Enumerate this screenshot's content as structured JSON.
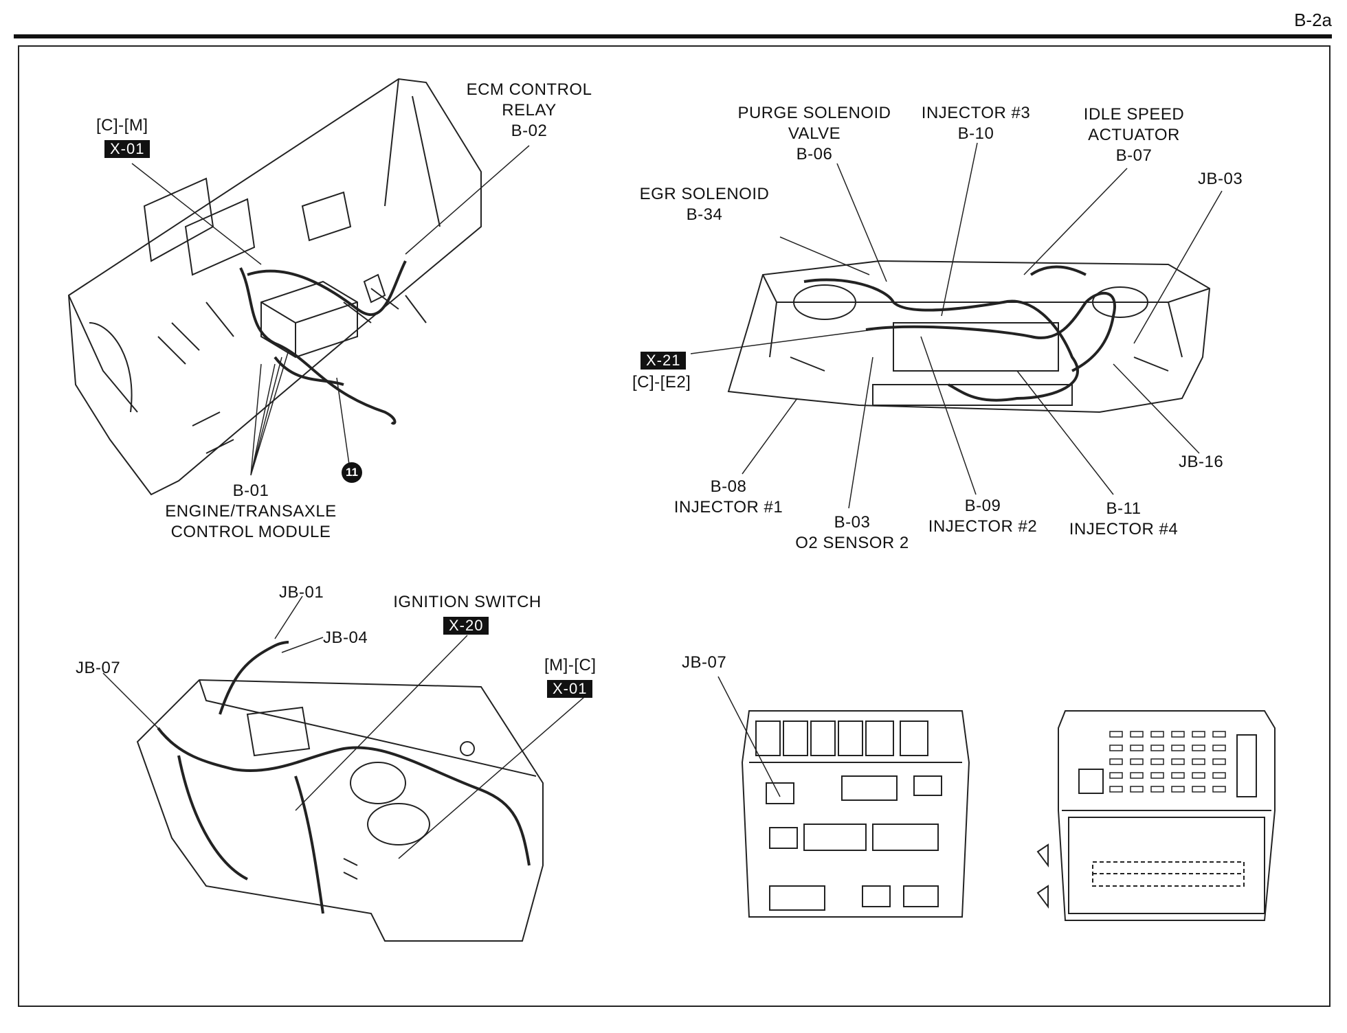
{
  "page": {
    "number": "B-2a"
  },
  "ecm_view": {
    "conn_bracket": "[C]-[M]",
    "conn_code": "X-01",
    "relay": {
      "line1": "ECM CONTROL",
      "line2": "RELAY",
      "code": "B-02"
    },
    "module": {
      "code": "B-01",
      "line1": "ENGINE/TRANSAXLE",
      "line2": "CONTROL MODULE"
    },
    "ground_number": "11"
  },
  "engine_view": {
    "purge": {
      "line1": "PURGE SOLENOID",
      "line2": "VALVE",
      "code": "B-06"
    },
    "injector3": {
      "line1": "INJECTOR #3",
      "code": "B-10"
    },
    "idle": {
      "line1": "IDLE SPEED",
      "line2": "ACTUATOR",
      "code": "B-07"
    },
    "egr": {
      "line1": "EGR SOLENOID",
      "code": "B-34"
    },
    "jb03": "JB-03",
    "conn_code": "X-21",
    "conn_bracket": "[C]-[E2]",
    "jb16": "JB-16",
    "injector1": {
      "code": "B-08",
      "line1": "INJECTOR #1"
    },
    "o2": {
      "code": "B-03",
      "line1": "O2 SENSOR 2"
    },
    "injector2": {
      "code": "B-09",
      "line1": "INJECTOR #2"
    },
    "injector4": {
      "code": "B-11",
      "line1": "INJECTOR #4"
    }
  },
  "dash_view": {
    "jb01": "JB-01",
    "jb04": "JB-04",
    "ignition": {
      "line1": "IGNITION SWITCH",
      "code": "X-20"
    },
    "jb07": "JB-07",
    "conn_bracket": "[M]-[C]",
    "conn_code": "X-01"
  },
  "junction_view": {
    "jb07": "JB-07"
  }
}
